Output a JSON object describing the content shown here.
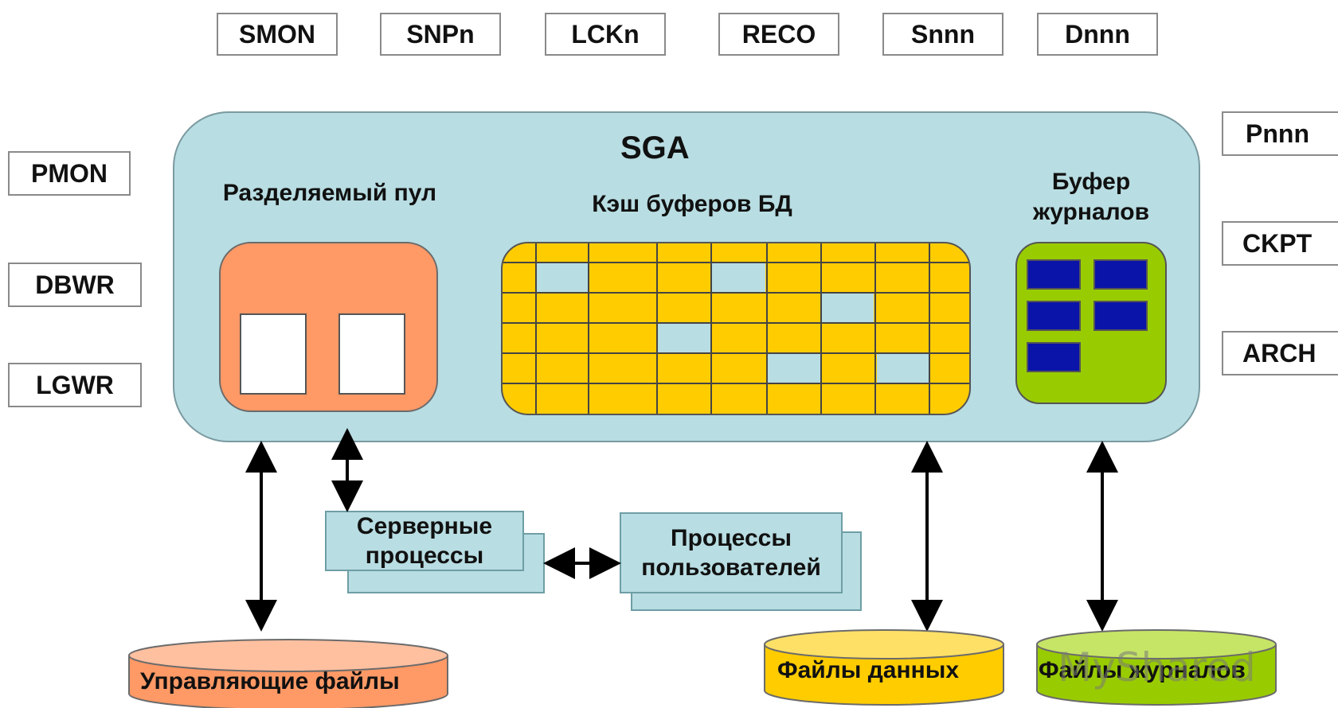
{
  "top_processes": [
    "SMON",
    "SNPn",
    "LCKn",
    "RECO",
    "Snnn",
    "Dnnn"
  ],
  "left_processes": [
    "PMON",
    "DBWR",
    "LGWR"
  ],
  "right_processes": [
    "Pnnn",
    "CKPT",
    "ARCH"
  ],
  "sga": {
    "title": "SGA",
    "shared_pool_label": "Разделяемый пул",
    "buffer_cache_label": "Кэш буферов БД",
    "log_buffer_label": "Буфер журналов"
  },
  "server_processes_label": "Серверные процессы",
  "user_processes_label": "Процессы пользователей",
  "files": {
    "control": "Управляющие файлы",
    "data": "Файлы данных",
    "redo": "Файлы журналов"
  },
  "watermark": "MyShared",
  "colors": {
    "sga": "#b8dde2",
    "shared_pool": "#ff9966",
    "buffer_cache": "#ffcc00",
    "log_buffer": "#99cc00",
    "log_cells": "#0a14a8",
    "control_file": "#ff9966",
    "data_file": "#ffcc00",
    "redo_file": "#99cc00"
  }
}
